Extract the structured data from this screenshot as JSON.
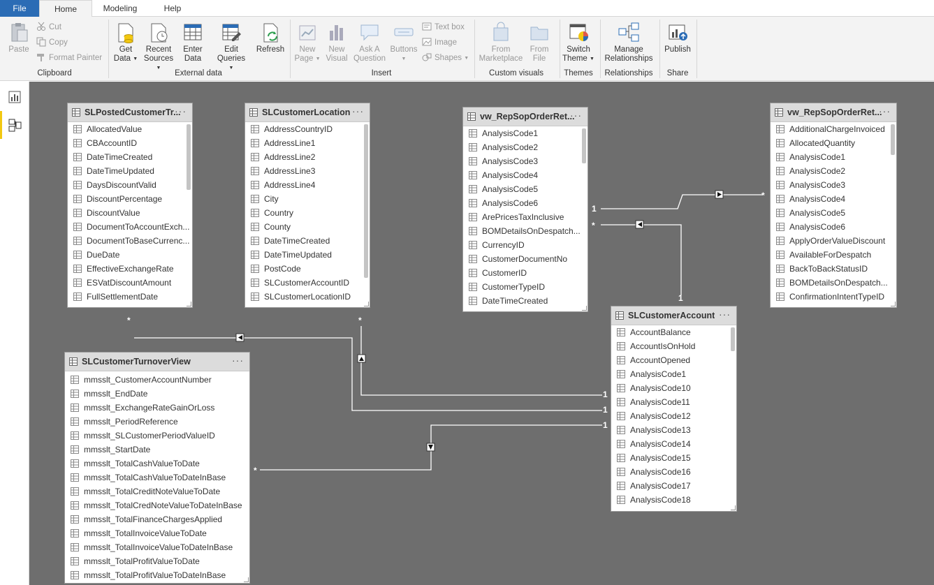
{
  "tabs": {
    "file": "File",
    "home": "Home",
    "modeling": "Modeling",
    "help": "Help"
  },
  "ribbon": {
    "paste": "Paste",
    "cut": "Cut",
    "copy": "Copy",
    "format_painter": "Format Painter",
    "clipboard": "Clipboard",
    "get_data_1": "Get",
    "get_data_2": "Data",
    "recent_sources_1": "Recent",
    "recent_sources_2": "Sources",
    "enter_data_1": "Enter",
    "enter_data_2": "Data",
    "edit_queries_1": "Edit",
    "edit_queries_2": "Queries",
    "refresh": "Refresh",
    "external_data": "External data",
    "new_page_1": "New",
    "new_page_2": "Page",
    "new_visual_1": "New",
    "new_visual_2": "Visual",
    "ask_question_1": "Ask A",
    "ask_question_2": "Question",
    "buttons": "Buttons",
    "text_box": "Text box",
    "image": "Image",
    "shapes": "Shapes",
    "insert": "Insert",
    "from_marketplace_1": "From",
    "from_marketplace_2": "Marketplace",
    "from_file_1": "From",
    "from_file_2": "File",
    "custom_visuals": "Custom visuals",
    "switch_theme_1": "Switch",
    "switch_theme_2": "Theme",
    "themes": "Themes",
    "manage_rel_1": "Manage",
    "manage_rel_2": "Relationships",
    "relationships": "Relationships",
    "publish": "Publish",
    "share": "Share"
  },
  "tables": {
    "t1": {
      "title": "SLPostedCustomerTr...",
      "fields": [
        "AllocatedValue",
        "CBAccountID",
        "DateTimeCreated",
        "DateTimeUpdated",
        "DaysDiscountValid",
        "DiscountPercentage",
        "DiscountValue",
        "DocumentToAccountExch...",
        "DocumentToBaseCurrenc...",
        "DueDate",
        "EffectiveExchangeRate",
        "ESVatDiscountAmount",
        "FullSettlementDate"
      ]
    },
    "t2": {
      "title": "SLCustomerLocation",
      "fields": [
        "AddressCountryID",
        "AddressLine1",
        "AddressLine2",
        "AddressLine3",
        "AddressLine4",
        "City",
        "Country",
        "County",
        "DateTimeCreated",
        "DateTimeUpdated",
        "PostCode",
        "SLCustomerAccountID",
        "SLCustomerLocationID"
      ]
    },
    "t3": {
      "title": "vw_RepSopOrderRet...",
      "fields": [
        "AnalysisCode1",
        "AnalysisCode2",
        "AnalysisCode3",
        "AnalysisCode4",
        "AnalysisCode5",
        "AnalysisCode6",
        "ArePricesTaxInclusive",
        "BOMDetailsOnDespatch...",
        "CurrencyID",
        "CustomerDocumentNo",
        "CustomerID",
        "CustomerTypeID",
        "DateTimeCreated"
      ]
    },
    "t4": {
      "title": "vw_RepSopOrderRet...",
      "fields": [
        "AdditionalChargeInvoiced",
        "AllocatedQuantity",
        "AnalysisCode1",
        "AnalysisCode2",
        "AnalysisCode3",
        "AnalysisCode4",
        "AnalysisCode5",
        "AnalysisCode6",
        "ApplyOrderValueDiscount",
        "AvailableForDespatch",
        "BackToBackStatusID",
        "BOMDetailsOnDespatch...",
        "ConfirmationIntentTypeID"
      ]
    },
    "t5": {
      "title": "SLCustomerAccount",
      "fields": [
        "AccountBalance",
        "AccountIsOnHold",
        "AccountOpened",
        "AnalysisCode1",
        "AnalysisCode10",
        "AnalysisCode11",
        "AnalysisCode12",
        "AnalysisCode13",
        "AnalysisCode14",
        "AnalysisCode15",
        "AnalysisCode16",
        "AnalysisCode17",
        "AnalysisCode18"
      ]
    },
    "t6": {
      "title": "SLCustomerTurnoverView",
      "fields": [
        "mmsslt_CustomerAccountNumber",
        "mmsslt_EndDate",
        "mmsslt_ExchangeRateGainOrLoss",
        "mmsslt_PeriodReference",
        "mmsslt_SLCustomerPeriodValueID",
        "mmsslt_StartDate",
        "mmsslt_TotalCashValueToDate",
        "mmsslt_TotalCashValueToDateInBase",
        "mmsslt_TotalCreditNoteValueToDate",
        "mmsslt_TotalCredNoteValueToDateInBase",
        "mmsslt_TotalFinanceChargesApplied",
        "mmsslt_TotalInvoiceValueToDate",
        "mmsslt_TotalInvoiceValueToDateInBase",
        "mmsslt_TotalProfitValueToDate",
        "mmsslt_TotalProfitValueToDateInBase"
      ]
    }
  },
  "cardinality": {
    "one": "1",
    "many": "*"
  }
}
